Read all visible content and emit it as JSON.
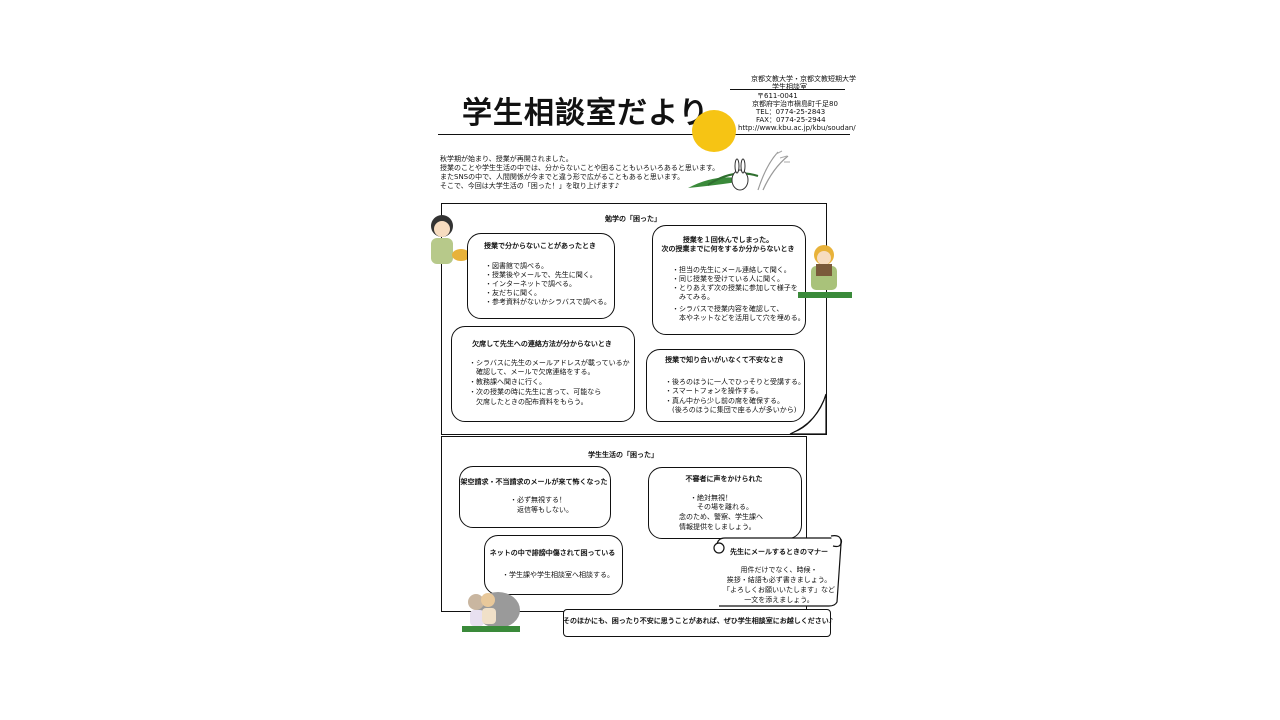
{
  "header": {
    "title": "学生相談室だより",
    "org_lines": [
      "京都文教大学・京都文教短期大学",
      "学生相談室"
    ],
    "address_lines": [
      "〒611-0041",
      "京都府宇治市槇島町千足80",
      "TEL：0774-25-2843",
      "FAX：0774-25-2944",
      "http://www.kbu.ac.jp/kbu/soudan/"
    ]
  },
  "intro": [
    "秋学期が始まり、授業が再開されました。",
    "授業のことや学生生活の中では、分からないことや困ることもいろいろあると思います。",
    "またSNSの中で、人間関係が今までと違う形で広がることもあると思います。",
    "そこで、今回は大学生活の「困った！」を取り上げます♪"
  ],
  "study": {
    "heading": "勉学の「困った」",
    "boxes": [
      {
        "title": "授業で分からないことがあったとき",
        "lines": [
          "・図書館で調べる。",
          "・授業後やメールで、先生に聞く。",
          "・インターネットで調べる。",
          "・友だちに聞く。",
          "・参考資料がないかシラバスで調べる。"
        ]
      },
      {
        "title": "授業を１回休んでしまった。次の授業までに何をするか分からないとき",
        "title_lines": [
          "授業を１回休んでしまった。",
          "次の授業までに何をするか分からないとき"
        ],
        "lines": [
          "・担当の先生にメール連絡して聞く。",
          "・同じ授業を受けている人に聞く。",
          "・とりあえず次の授業に参加して様子を",
          "　みてみる。",
          "・シラバスで授業内容を確認して、",
          "　本やネットなどを活用して穴を埋める。"
        ]
      },
      {
        "title": "欠席して先生への連絡方法が分からないとき",
        "lines": [
          "・シラバスに先生のメールアドレスが載っているか",
          "　確認して、メールで欠席連絡をする。",
          "・教務課へ聞きに行く。",
          "・次の授業の時に先生に言って、可能なら",
          "　欠席したときの配布資料をもらう。"
        ]
      },
      {
        "title": "授業で知り合いがいなくて不安なとき",
        "lines": [
          "・後ろのほうに一人でひっそりと受講する。",
          "・スマートフォンを操作する。",
          "・真ん中から少し前の席を確保する。",
          "　(後ろのほうに集団で座る人が多いから)"
        ]
      }
    ]
  },
  "life": {
    "heading": "学生生活の「困った」",
    "boxes": [
      {
        "title": "架空請求・不当請求のメールが来て怖くなった",
        "lines": [
          "・必ず無視する！",
          "　返信等もしない。"
        ]
      },
      {
        "title": "不審者に声をかけられた",
        "lines": [
          "・絶対無視！",
          "　その場を離れる。",
          "念のため、警察、学生課へ",
          "情報提供をしましょう。"
        ]
      },
      {
        "title": "ネットの中で誹謗中傷されて困っている",
        "lines": [
          "・学生課や学生相談室へ相談する。"
        ]
      }
    ]
  },
  "scroll": {
    "title": "先生にメールするときのマナー",
    "lines": [
      "用件だけでなく、時候・",
      "挨拶・結語も必ず書きましょう。",
      "「よろしくお願いいたします」など",
      "一文を添えましょう。"
    ]
  },
  "footer_note": "そのほかにも、困ったり不安に思うことがあれば、ぜひ学生相談室にお越しください♪",
  "colors": {
    "sun": "#f6c414",
    "grass": "#3a8a3a"
  }
}
